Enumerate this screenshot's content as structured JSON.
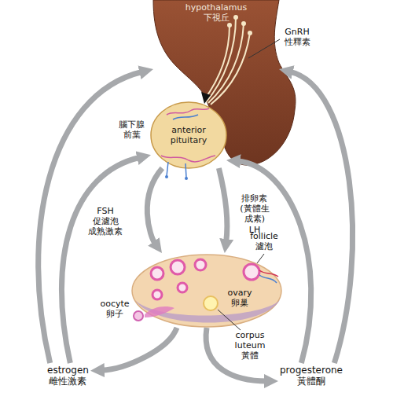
{
  "diagram": {
    "nodes": [
      {
        "text": [
          "hypothalamus 下視丘"
        ]
      },
      {
        "text": [
          "anterior pituitary",
          "腦下腺 前葉"
        ]
      },
      {
        "text": [
          "ovary 卵巢"
        ]
      },
      {
        "text": [
          "estrogen 雌性激素"
        ]
      },
      {
        "text": [
          "progesterone 黃體酮"
        ]
      }
    ],
    "edges": [
      {
        "from": 1,
        "to": 2,
        "arrow": "to",
        "label": "FSH 促濾泡 成熟激素"
      },
      {
        "from": 1,
        "to": 2,
        "arrow": "to",
        "label": "排卵素 (黃體生 成素) LH"
      },
      {
        "from": 2,
        "to": 3,
        "arrow": "to"
      },
      {
        "from": 2,
        "to": 4,
        "arrow": "to"
      },
      {
        "from": 3,
        "to": 0,
        "arrow": "to"
      },
      {
        "from": 3,
        "to": 1,
        "arrow": "to"
      },
      {
        "from": 4,
        "to": 0,
        "arrow": "to"
      },
      {
        "from": 4,
        "to": 1,
        "arrow": "to"
      }
    ],
    "labels": [
      "GnRH 性釋素",
      "follicle 濾泡",
      "oocyte 卵子",
      "corpus luteum 黃體"
    ]
  }
}
